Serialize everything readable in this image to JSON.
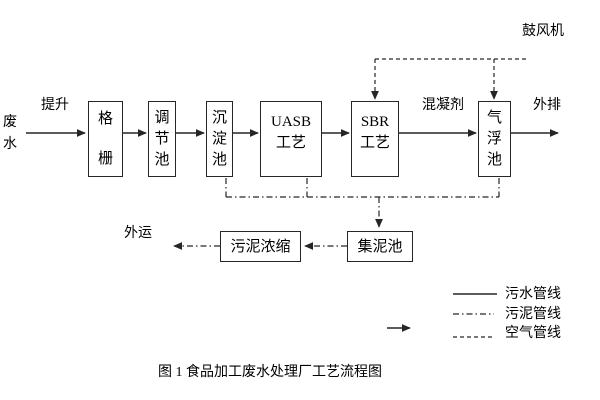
{
  "canvas": {
    "background": "#ffffff",
    "line_color": "#262626"
  },
  "labels": {
    "influent": "废水",
    "lift": "提升",
    "blower": "鼓风机",
    "coagulant": "混凝剂",
    "effluent": "外排",
    "haul_away": "外运"
  },
  "units": {
    "screen": "格栅",
    "equalization_tank": "调节池",
    "sedimentation_tank": "沉淀池",
    "uasb": "UASB\n工艺",
    "sbr": "SBR\n工艺",
    "air_flotation_tank": "气浮池",
    "sludge_thickening": "污泥浓缩",
    "sludge_collection_tank": "集泥池"
  },
  "legend": {
    "items": [
      {
        "line_style": "solid",
        "label": "污水管线"
      },
      {
        "line_style": "dash-dot",
        "label": "污泥管线"
      },
      {
        "line_style": "dashed",
        "label": "空气管线"
      }
    ]
  },
  "caption": "图 1 食品加工废水处理厂工艺流程图"
}
